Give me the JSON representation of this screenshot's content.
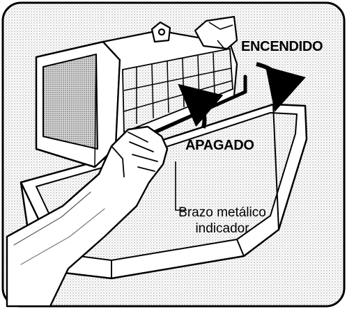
{
  "labels": {
    "on": "ENCENDIDO",
    "off": "APAGADO",
    "arm": "Brazo metálico indicador"
  },
  "colors": {
    "ink": "#000000",
    "stipple": "#b8b8b8",
    "background": "#ffffff"
  }
}
